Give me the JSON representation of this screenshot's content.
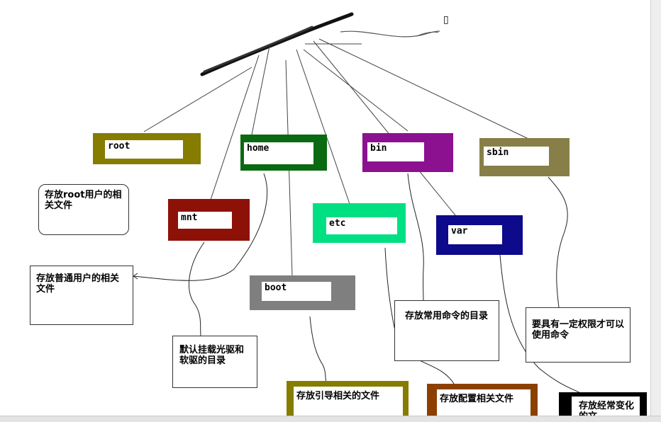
{
  "directories": {
    "root": {
      "label": "root",
      "color": "#857c00"
    },
    "home": {
      "label": "home",
      "color": "#0a6a12"
    },
    "bin": {
      "label": "bin",
      "color": "#8c1190"
    },
    "sbin": {
      "label": "sbin",
      "color": "#877f47"
    },
    "mnt": {
      "label": "mnt",
      "color": "#8e1108"
    },
    "etc": {
      "label": "etc",
      "color": "#00e083"
    },
    "var": {
      "label": "var",
      "color": "#0d0a8c"
    },
    "boot": {
      "label": "boot",
      "color": "#7f7f7f"
    }
  },
  "notes": {
    "root": "存放root用户的相关文件",
    "home": "存放普通用户的相关文件",
    "mnt": "默认挂载光驱和软驱的目录",
    "bin": "存放常用命令的目录",
    "sbin": "要具有一定权限才可以使用命令",
    "boot": "存放引导相关的文件",
    "etc": "存放配置相关文件",
    "var": "存放经常变化的文"
  },
  "note_colors": {
    "boot": "#857c00",
    "etc": "#8b4000",
    "var": "#000000"
  },
  "stray_glyph": "▯"
}
